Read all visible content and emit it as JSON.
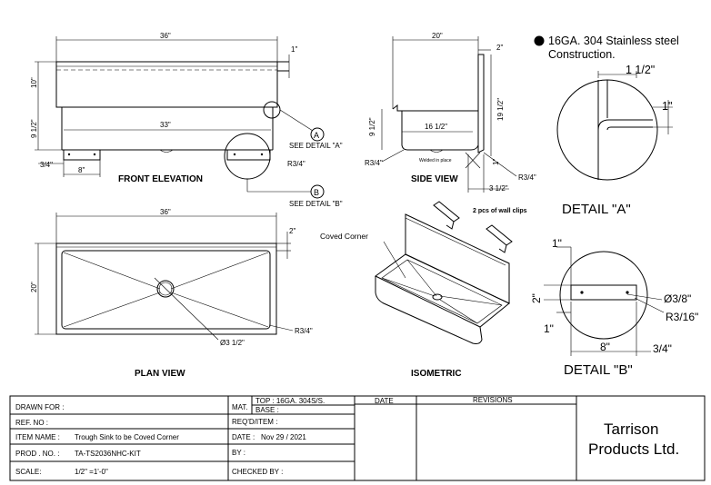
{
  "note": {
    "text_line1": "16GA.  304 Stainless steel",
    "text_line2": "Construction."
  },
  "front": {
    "title": "FRONT ELEVATION",
    "dim_width": "36\"",
    "dim_flange": "1\"",
    "dim_height": "10\"",
    "dim_bowl_height": "9 1/2\"",
    "dim_inner": "33\"",
    "dim_clip_offset": "3/4\"",
    "dim_clip_width": "8\"",
    "radius": "R3/4\"",
    "detail_a_label": "SEE DETAIL \"A\"",
    "detail_b_label": "SEE DETAIL \"B\"",
    "bubble_a": "A",
    "bubble_b": "B"
  },
  "side": {
    "title": "SIDE VIEW",
    "dim_depth": "20\"",
    "dim_top": "2\"",
    "dim_backsplash": "19 1/2\"",
    "dim_bowl": "9 1/2\"",
    "dim_inner": "16 1/2\"",
    "radius_left": "R3/4\"",
    "radius_right": "R3/4\"",
    "weld_note": "Welded in place",
    "dim_drop": "1\"",
    "dim_bottom": "3 1/2\""
  },
  "detail_a": {
    "title": "DETAIL  \"A\"",
    "dim1": "1 1/2\"",
    "dim2": "1\""
  },
  "plan": {
    "title": "PLAN  VIEW",
    "dim_width": "36\"",
    "dim_depth": "20\"",
    "dim_back": "2\"",
    "radius": "R3/4\"",
    "drain": "Ø3 1/2\""
  },
  "isometric": {
    "title": "ISOMETRIC",
    "clips_note": "2 pcs of wall clips",
    "coved": "Coved Corner"
  },
  "detail_b": {
    "title": "DETAIL  \"B\"",
    "dim_top": "1\"",
    "dim_height": "2\"",
    "dim_bottom": "1\"",
    "hole": "Ø3/8\"",
    "radius": "R3/16\"",
    "dim_len": "8\"",
    "dim_off": "3/4\""
  },
  "title_block": {
    "drawn_for_label": "DRAWN FOR :",
    "ref_no_label": "REF.  NO :",
    "item_name_label": "ITEM NAME :",
    "item_name_value": "Trough Sink to be Coved Corner",
    "prod_no_label": "PROD . NO. :",
    "prod_no_value": "TA-TS2036NHC-KIT",
    "scale_label": "SCALE:",
    "scale_value": "1/2\" =1'-0\"",
    "mat_label": "MAT.",
    "mat_top": "TOP : 16GA. 304S/S.",
    "mat_base": "BASE :",
    "reqd_label": "REQ'D/ITEM :",
    "date_label": "DATE :",
    "date_value": "Nov 29 / 2021",
    "by_label": "BY :",
    "checked_label": "CHECKED  BY :",
    "date_col": "DATE",
    "revisions_col": "REVISIONS",
    "company_line1": "Tarrison",
    "company_line2": "Products  Ltd."
  }
}
